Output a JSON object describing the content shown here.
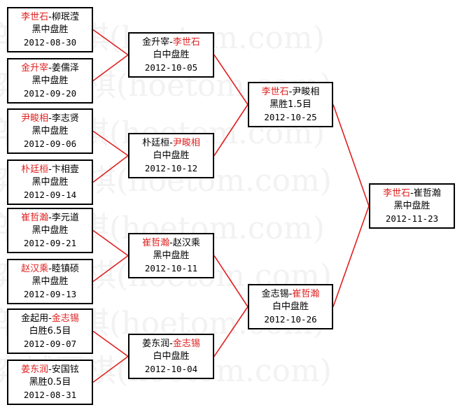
{
  "watermark": "弈城围棋(hoetom.com)",
  "colors": {
    "winner": "#e02020",
    "line": "#e02020",
    "border": "#000000"
  },
  "round1": [
    {
      "p1": "李世石",
      "sep": "-",
      "p2": "柳珉滢",
      "winner": "p1",
      "result": "黑中盘胜",
      "date": "2012-08-30"
    },
    {
      "p1": "金升宰",
      "sep": "-",
      "p2": "姜儒泽",
      "winner": "p1",
      "result": "黑中盘胜",
      "date": "2012-09-20"
    },
    {
      "p1": "尹畯相",
      "sep": "-",
      "p2": "李志贤",
      "winner": "p1",
      "result": "黑中盘胜",
      "date": "2012-09-06"
    },
    {
      "p1": "朴廷桓",
      "sep": "-",
      "p2": "卞相壹",
      "winner": "p1",
      "result": "黑中盘胜",
      "date": "2012-09-14"
    },
    {
      "p1": "崔哲瀚",
      "sep": "-",
      "p2": "李元道",
      "winner": "p1",
      "result": "黑中盘胜",
      "date": "2012-09-21"
    },
    {
      "p1": "赵汉乘",
      "sep": "-",
      "p2": "睦镇硕",
      "winner": "p1",
      "result": "黑中盘胜",
      "date": "2012-09-13"
    },
    {
      "p1": "金起用",
      "sep": "-",
      "p2": "金志锡",
      "winner": "p2",
      "result": "白胜6.5目",
      "date": "2012-09-07"
    },
    {
      "p1": "姜东润",
      "sep": "-",
      "p2": "安国铉",
      "winner": "p1",
      "result": "黑胜0.5目",
      "date": "2012-08-31"
    }
  ],
  "round2": [
    {
      "p1": "金升宰",
      "sep": "-",
      "p2": "李世石",
      "winner": "p2",
      "result": "白中盘胜",
      "date": "2012-10-05"
    },
    {
      "p1": "朴廷桓",
      "sep": "-",
      "p2": "尹畯相",
      "winner": "p2",
      "result": "白中盘胜",
      "date": "2012-10-12"
    },
    {
      "p1": "崔哲瀚",
      "sep": "-",
      "p2": "赵汉乘",
      "winner": "p1",
      "result": "黑中盘胜",
      "date": "2012-10-11"
    },
    {
      "p1": "姜东润",
      "sep": "-",
      "p2": "金志锡",
      "winner": "p2",
      "result": "白中盘胜",
      "date": "2012-10-04"
    }
  ],
  "round3": [
    {
      "p1": "李世石",
      "sep": "-",
      "p2": "尹畯相",
      "winner": "p1",
      "result": "黑胜1.5目",
      "date": "2012-10-25"
    },
    {
      "p1": "金志锡",
      "sep": "-",
      "p2": "崔哲瀚",
      "winner": "p2",
      "result": "白中盘胜",
      "date": "2012-10-26"
    }
  ],
  "final": [
    {
      "p1": "李世石",
      "sep": "-",
      "p2": "崔哲瀚",
      "winner": "p1",
      "result": "黑中盘胜",
      "date": "2012-11-23"
    }
  ]
}
